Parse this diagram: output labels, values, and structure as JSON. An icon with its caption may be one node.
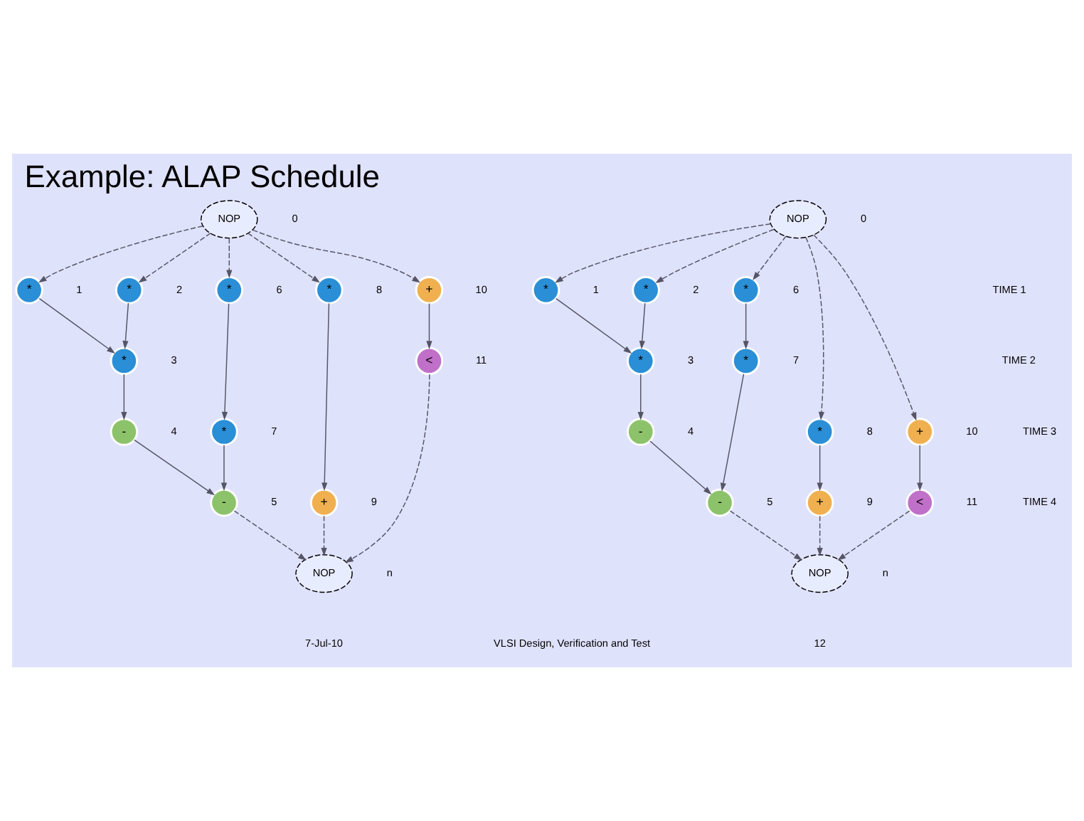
{
  "diagram": {
    "title": "Example: ALAP Schedule",
    "nodes": [
      {
        "text": [
          "NOP"
        ],
        "beside": [
          "0"
        ]
      },
      {
        "text": [
          "*"
        ],
        "beside": [
          "1"
        ]
      },
      {
        "text": [
          "*"
        ],
        "beside": [
          "2"
        ]
      },
      {
        "text": [
          "*"
        ],
        "beside": [
          "3"
        ]
      },
      {
        "text": [
          "-"
        ],
        "beside": [
          "4"
        ]
      },
      {
        "text": [
          "-"
        ],
        "beside": [
          "5"
        ]
      },
      {
        "text": [
          "*"
        ],
        "beside": [
          "6"
        ]
      },
      {
        "text": [
          "*"
        ],
        "beside": [
          "7"
        ]
      },
      {
        "text": [
          "*"
        ],
        "beside": [
          "8"
        ]
      },
      {
        "text": [
          "+"
        ],
        "beside": [
          "9"
        ]
      },
      {
        "text": [
          "+"
        ],
        "beside": [
          "10"
        ]
      },
      {
        "text": [
          "<"
        ],
        "beside": [
          "11"
        ]
      },
      {
        "text": [
          "NOP"
        ],
        "beside": [
          "n"
        ]
      },
      {
        "text": [
          "NOP"
        ],
        "beside": [
          "0"
        ]
      },
      {
        "text": [
          "*"
        ],
        "beside": [
          "1"
        ]
      },
      {
        "text": [
          "*"
        ],
        "beside": [
          "2"
        ]
      },
      {
        "text": [
          "*"
        ],
        "beside": [
          "3"
        ]
      },
      {
        "text": [
          "-"
        ],
        "beside": [
          "4"
        ]
      },
      {
        "text": [
          "-"
        ],
        "beside": [
          "5"
        ]
      },
      {
        "text": [
          "*"
        ],
        "beside": [
          "6"
        ]
      },
      {
        "text": [
          "*"
        ],
        "beside": [
          "7"
        ]
      },
      {
        "text": [
          "*"
        ],
        "beside": [
          "8"
        ]
      },
      {
        "text": [
          "+"
        ],
        "beside": [
          "9"
        ]
      },
      {
        "text": [
          "+"
        ],
        "beside": [
          "10"
        ]
      },
      {
        "text": [
          "<"
        ],
        "beside": [
          "11"
        ]
      },
      {
        "text": [
          "NOP"
        ],
        "beside": [
          "n"
        ]
      }
    ],
    "edges": [
      {
        "from": 0,
        "to": 1,
        "arrow": "to",
        "style": "dashed"
      },
      {
        "from": 0,
        "to": 2,
        "arrow": "to",
        "style": "dashed"
      },
      {
        "from": 0,
        "to": 6,
        "arrow": "to",
        "style": "dashed"
      },
      {
        "from": 0,
        "to": 8,
        "arrow": "to",
        "style": "dashed"
      },
      {
        "from": 0,
        "to": 10,
        "arrow": "to",
        "style": "dashed"
      },
      {
        "from": 1,
        "to": 3,
        "arrow": "to"
      },
      {
        "from": 2,
        "to": 3,
        "arrow": "to"
      },
      {
        "from": 3,
        "to": 4,
        "arrow": "to"
      },
      {
        "from": 4,
        "to": 5,
        "arrow": "to"
      },
      {
        "from": 6,
        "to": 7,
        "arrow": "to"
      },
      {
        "from": 7,
        "to": 5,
        "arrow": "to"
      },
      {
        "from": 8,
        "to": 9,
        "arrow": "to"
      },
      {
        "from": 10,
        "to": 11,
        "arrow": "to"
      },
      {
        "from": 5,
        "to": 12,
        "arrow": "to",
        "style": "dashed"
      },
      {
        "from": 9,
        "to": 12,
        "arrow": "to",
        "style": "dashed"
      },
      {
        "from": 11,
        "to": 12,
        "arrow": "to",
        "style": "dashed"
      },
      {
        "from": 13,
        "to": 14,
        "arrow": "to",
        "style": "dashed"
      },
      {
        "from": 13,
        "to": 15,
        "arrow": "to",
        "style": "dashed"
      },
      {
        "from": 13,
        "to": 19,
        "arrow": "to",
        "style": "dashed"
      },
      {
        "from": 13,
        "to": 21,
        "arrow": "to",
        "style": "dashed"
      },
      {
        "from": 13,
        "to": 23,
        "arrow": "to",
        "style": "dashed"
      },
      {
        "from": 14,
        "to": 16,
        "arrow": "to"
      },
      {
        "from": 15,
        "to": 16,
        "arrow": "to"
      },
      {
        "from": 16,
        "to": 17,
        "arrow": "to"
      },
      {
        "from": 17,
        "to": 18,
        "arrow": "to"
      },
      {
        "from": 19,
        "to": 20,
        "arrow": "to"
      },
      {
        "from": 20,
        "to": 18,
        "arrow": "to"
      },
      {
        "from": 21,
        "to": 22,
        "arrow": "to"
      },
      {
        "from": 23,
        "to": 24,
        "arrow": "to"
      },
      {
        "from": 18,
        "to": 25,
        "arrow": "to",
        "style": "dashed"
      },
      {
        "from": 22,
        "to": 25,
        "arrow": "to",
        "style": "dashed"
      },
      {
        "from": 24,
        "to": 25,
        "arrow": "to",
        "style": "dashed"
      }
    ],
    "labels": [
      "TIME 1",
      "TIME 2",
      "TIME 3",
      "TIME 4",
      "7-Jul-10",
      "VLSI Design, Verification and Test",
      "12"
    ]
  }
}
